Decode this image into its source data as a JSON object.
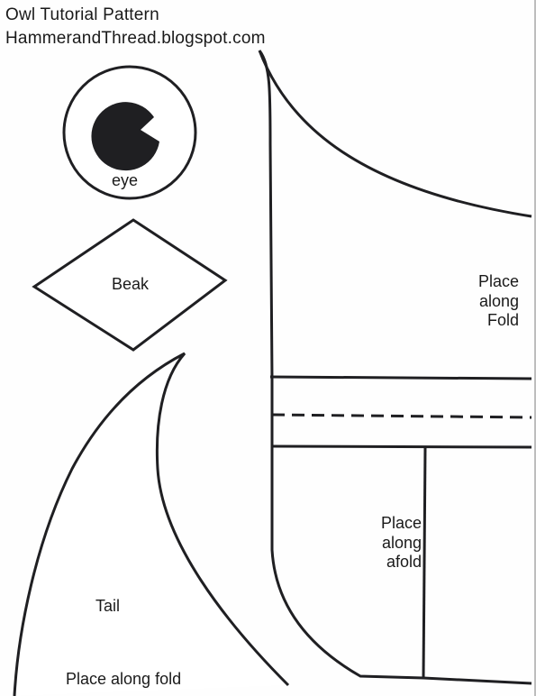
{
  "header": {
    "title": "Owl Tutorial Pattern",
    "subtitle": "HammerandThread.blogspot.com"
  },
  "pieces": {
    "eye": {
      "label": "eye"
    },
    "beak": {
      "label": "Beak"
    },
    "body": {
      "fold_lines": [
        "Place",
        "along",
        "Fold"
      ]
    },
    "wing": {
      "fold_lines": [
        "Place",
        "along",
        "afold"
      ]
    },
    "tail": {
      "label": "Tail",
      "fold_label": "Place along fold"
    }
  },
  "colors": {
    "ink": "#1f1f22",
    "paper": "#fefefe",
    "body_fill": "#fbfbfb"
  }
}
